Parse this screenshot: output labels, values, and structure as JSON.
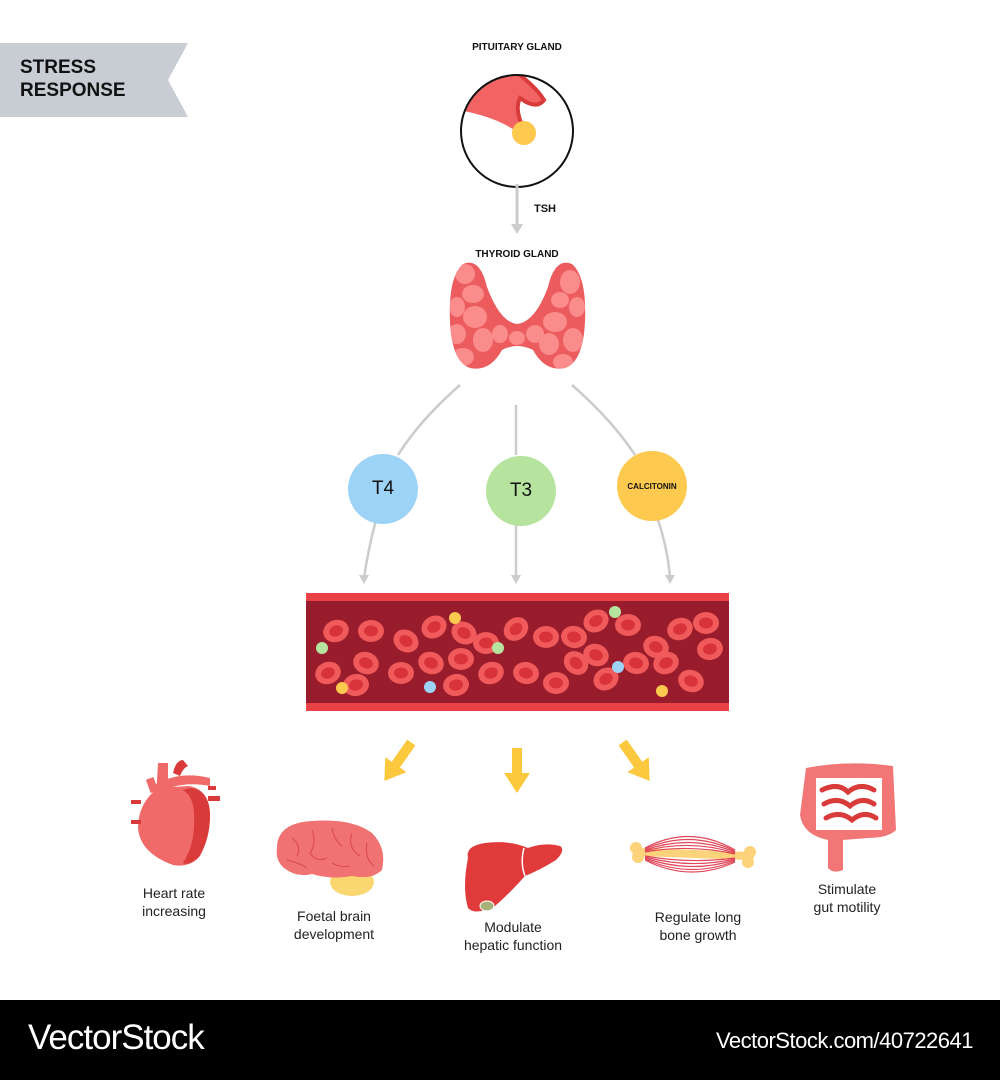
{
  "title": {
    "line1": "STRESS",
    "line2": "RESPONSE"
  },
  "pituitary": {
    "label": "PITUITARY GLAND"
  },
  "signal": {
    "label": "TSH"
  },
  "thyroid": {
    "label": "THYROID GLAND"
  },
  "hormones": [
    {
      "label": "T4",
      "color": "#9dd3f7"
    },
    {
      "label": "T3",
      "color": "#b6e49f"
    },
    {
      "label": "CALCITONIN",
      "color": "#fdc94f"
    }
  ],
  "effects": [
    {
      "icon": "heart-icon",
      "line1": "Heart rate",
      "line2": "increasing"
    },
    {
      "icon": "brain-icon",
      "line1": "Foetal brain",
      "line2": "development"
    },
    {
      "icon": "liver-icon",
      "line1": "Modulate",
      "line2": "hepatic function"
    },
    {
      "icon": "bone-muscle-icon",
      "line1": "Regulate long",
      "line2": "bone growth"
    },
    {
      "icon": "intestine-icon",
      "line1": "Stimulate",
      "line2": "gut motility"
    }
  ],
  "colors": {
    "banner": "#c8ccd3",
    "blood_dark": "#981c2c",
    "blood_wall": "#e94246",
    "cell": "#f05a5a",
    "cell_center": "#d9333a",
    "arrow_yellow": "#fcc93e",
    "connector": "#cccccc"
  },
  "footer": {
    "brand": "VectorStock",
    "url": "VectorStock.com/40722641"
  }
}
